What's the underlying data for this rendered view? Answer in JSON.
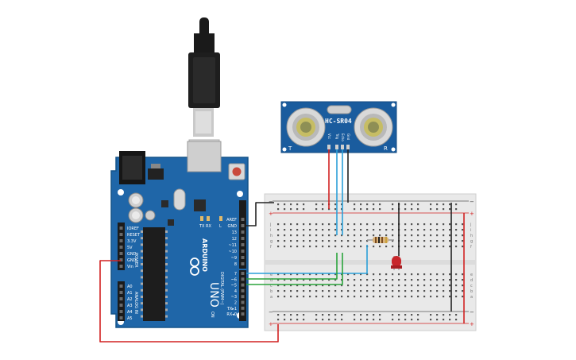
{
  "sensor": {
    "model": "HC-SR04",
    "transmit_mark": "T",
    "receive_mark": "R",
    "pins": [
      "Vcc",
      "Trig",
      "Echo",
      "Gnd"
    ]
  },
  "arduino": {
    "brand": "ARDUINO",
    "model": "UNO",
    "on_label": "ON",
    "power_header_title": "POWER",
    "analog_header_title": "ANALOG IN",
    "digital_header_title": "DIGITAL (PWM~)",
    "tx_label": "TX",
    "rx_label": "RX",
    "l_label": "L",
    "power_pins": [
      "IOREF",
      "RESET",
      "3.3V",
      "5V",
      "GND",
      "GND",
      "Vin"
    ],
    "analog_pins": [
      "A0",
      "A1",
      "A2",
      "A3",
      "A4",
      "A5"
    ],
    "top_pins": [
      "AREF",
      "GND",
      "13",
      "12",
      "~11",
      "~10",
      "~9",
      "8"
    ],
    "bottom_pins": [
      "7",
      "~6",
      "~5",
      "4",
      "~3",
      "2",
      "TX▸1",
      "RX◂0"
    ]
  },
  "breadboard": {
    "row_letters_top": [
      "j",
      "i",
      "h",
      "g",
      "f"
    ],
    "row_letters_bottom": [
      "e",
      "d",
      "c",
      "b",
      "a"
    ],
    "rail_minus": "−",
    "rail_plus": "+"
  },
  "colors": {
    "board": "#1f66a8",
    "sensor_pcb": "#1a5c9e",
    "breadboard": "#e9e9e9",
    "wire_red": "#d22222",
    "wire_black": "#222222",
    "wire_blue": "#2a9fd8",
    "wire_green": "#2aa43c",
    "led": "#c8262b"
  }
}
